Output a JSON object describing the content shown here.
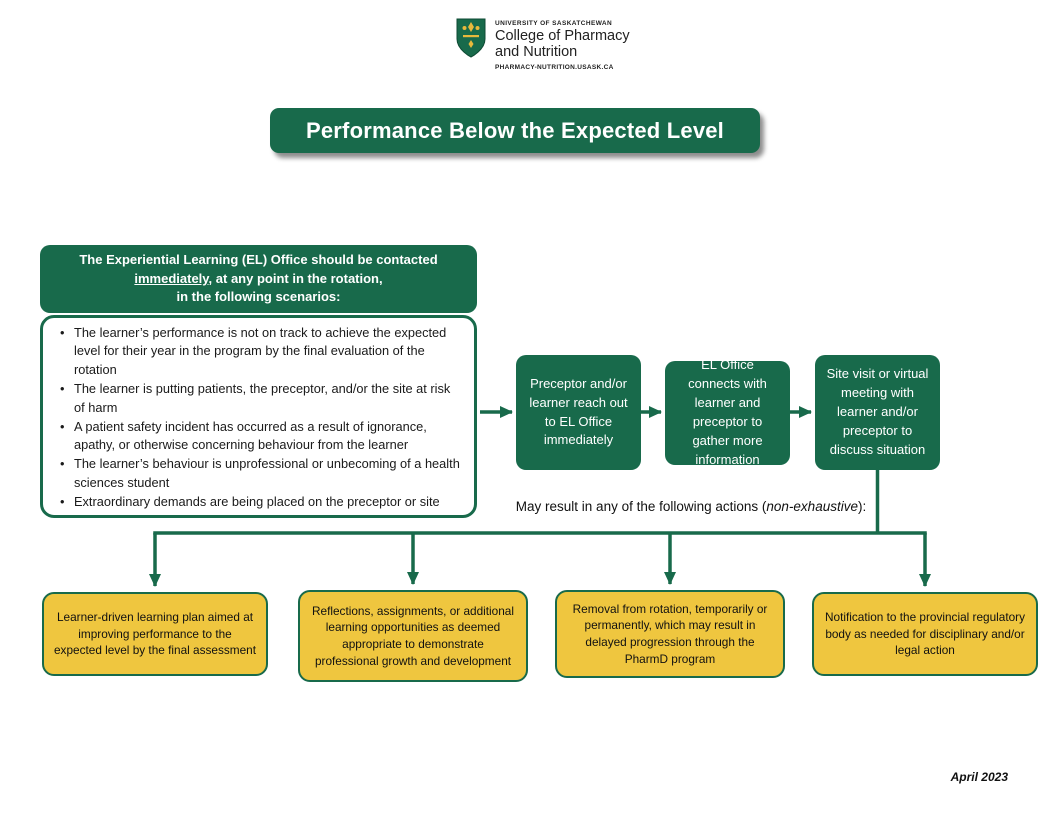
{
  "logo": {
    "university": "UNIVERSITY OF SASKATCHEWAN",
    "college_line1": "College of Pharmacy",
    "college_line2": "and Nutrition",
    "url": "PHARMACY-NUTRITION.USASK.CA"
  },
  "title": "Performance Below the Expected Level",
  "scenarios": {
    "header": {
      "line1": "The Experiential Learning (EL) Office should be contacted",
      "underlined": "immediately,",
      "line2_rest": " at any point in the rotation,",
      "line3": "in the following scenarios:"
    },
    "items": [
      "The learner’s performance is not on track to achieve the expected level for their year in the program by the final evaluation of the rotation",
      "The learner is putting patients, the preceptor, and/or the site at risk of harm",
      "A patient safety incident has occurred as a result of ignorance, apathy, or otherwise concerning behaviour from the learner",
      "The learner’s behaviour is unprofessional or unbecoming of a health sciences student",
      "Extraordinary demands are being placed on the preceptor or site"
    ]
  },
  "flow": [
    "Preceptor and/or learner reach out to EL Office immediately",
    "EL Office connects with learner and preceptor to gather more information",
    "Site visit or virtual meeting with learner and/or preceptor to discuss situation"
  ],
  "result_note": {
    "prefix": "May result in any of the following actions (",
    "italic": "non-exhaustive",
    "suffix": "):"
  },
  "actions": [
    "Learner-driven learning plan aimed at improving performance to the expected level by the final assessment",
    "Reflections, assignments, or additional learning opportunities as deemed appropriate to demonstrate professional growth and development",
    "Removal from rotation, temporarily or permanently, which may result in delayed progression through the PharmD program",
    "Notification to the provincial regulatory body as needed for disciplinary and/or legal action"
  ],
  "date": "April 2023",
  "colors": {
    "green": "#186a4b",
    "yellow": "#efc63f"
  }
}
